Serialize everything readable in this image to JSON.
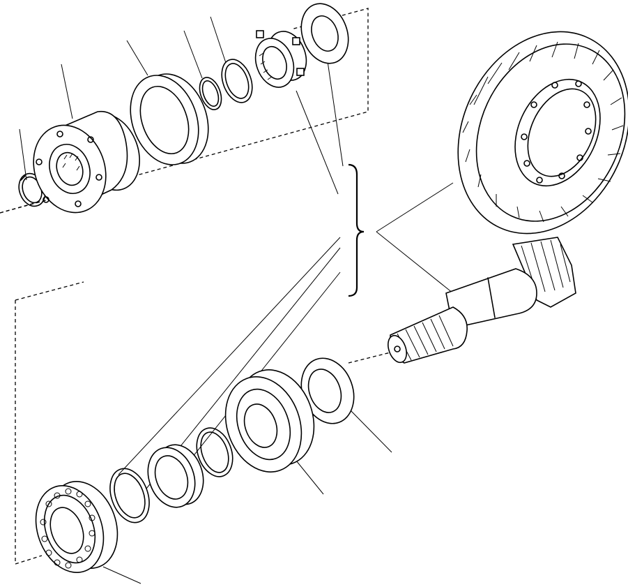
{
  "diagram": {
    "title": "",
    "labels": [],
    "parts": [
      {
        "id": "snap-ring",
        "icon": "snap-ring-icon"
      },
      {
        "id": "flange",
        "icon": "flange-icon"
      },
      {
        "id": "oil-seal",
        "icon": "seal-icon"
      },
      {
        "id": "o-ring-small",
        "icon": "ring-icon"
      },
      {
        "id": "shim-ring",
        "icon": "ring-icon"
      },
      {
        "id": "lock-nut",
        "icon": "nut-icon"
      },
      {
        "id": "washer-top",
        "icon": "washer-icon"
      },
      {
        "id": "ring-gear",
        "icon": "bevel-gear-icon"
      },
      {
        "id": "pinion-shaft",
        "icon": "pinion-icon"
      },
      {
        "id": "washer-bottom",
        "icon": "washer-icon"
      },
      {
        "id": "bearing-large",
        "icon": "bearing-icon"
      },
      {
        "id": "shim-bottom",
        "icon": "ring-icon"
      },
      {
        "id": "bearing-cup",
        "icon": "bearing-cup-icon"
      },
      {
        "id": "spacer-ring",
        "icon": "ring-icon"
      },
      {
        "id": "roller-bearing",
        "icon": "bearing-icon"
      }
    ]
  }
}
